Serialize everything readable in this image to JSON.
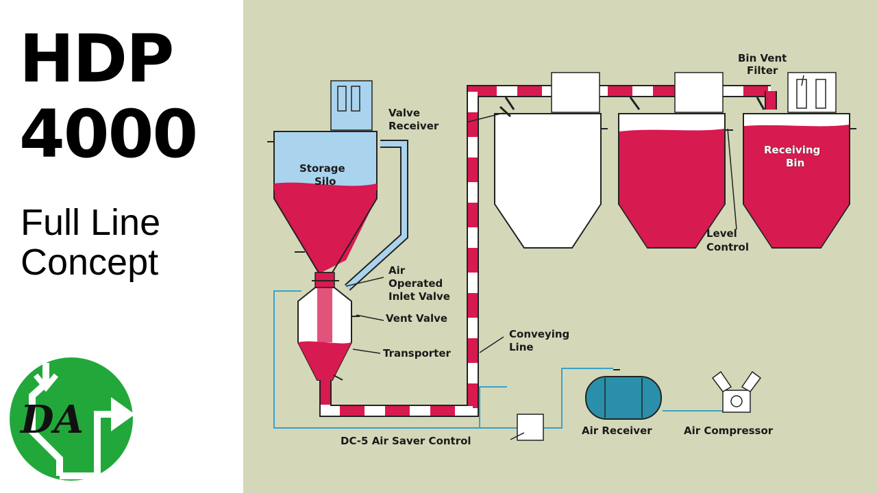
{
  "title": {
    "line1": "HDP",
    "line2": "4000"
  },
  "subtitle": {
    "line1": "Full Line",
    "line2": "Concept"
  },
  "logo": {
    "text": "DA",
    "color": "#22a83a"
  },
  "colors": {
    "panel_bg": "#d4d8b8",
    "material": "#d71a4f",
    "air": "#aad4ee",
    "air_line": "#3aa0c8"
  },
  "diagram": {
    "labels": {
      "storage_silo_1": "Storage",
      "storage_silo_2": "Silo",
      "valve_receiver_1": "Valve",
      "valve_receiver_2": "Receiver",
      "bin_vent_filter_1": "Bin Vent",
      "bin_vent_filter_2": "Filter",
      "receiving_bin_1": "Receiving",
      "receiving_bin_2": "Bin",
      "level_control_1": "Level",
      "level_control_2": "Control",
      "air_operated_1": "Air",
      "air_operated_2": "Operated",
      "air_operated_3": "Inlet Valve",
      "vent_valve": "Vent Valve",
      "transporter": "Transporter",
      "conveying_line_1": "Conveying",
      "conveying_line_2": "Line",
      "dc5": "DC-5 Air Saver Control",
      "air_receiver": "Air Receiver",
      "air_compressor": "Air Compressor"
    }
  }
}
